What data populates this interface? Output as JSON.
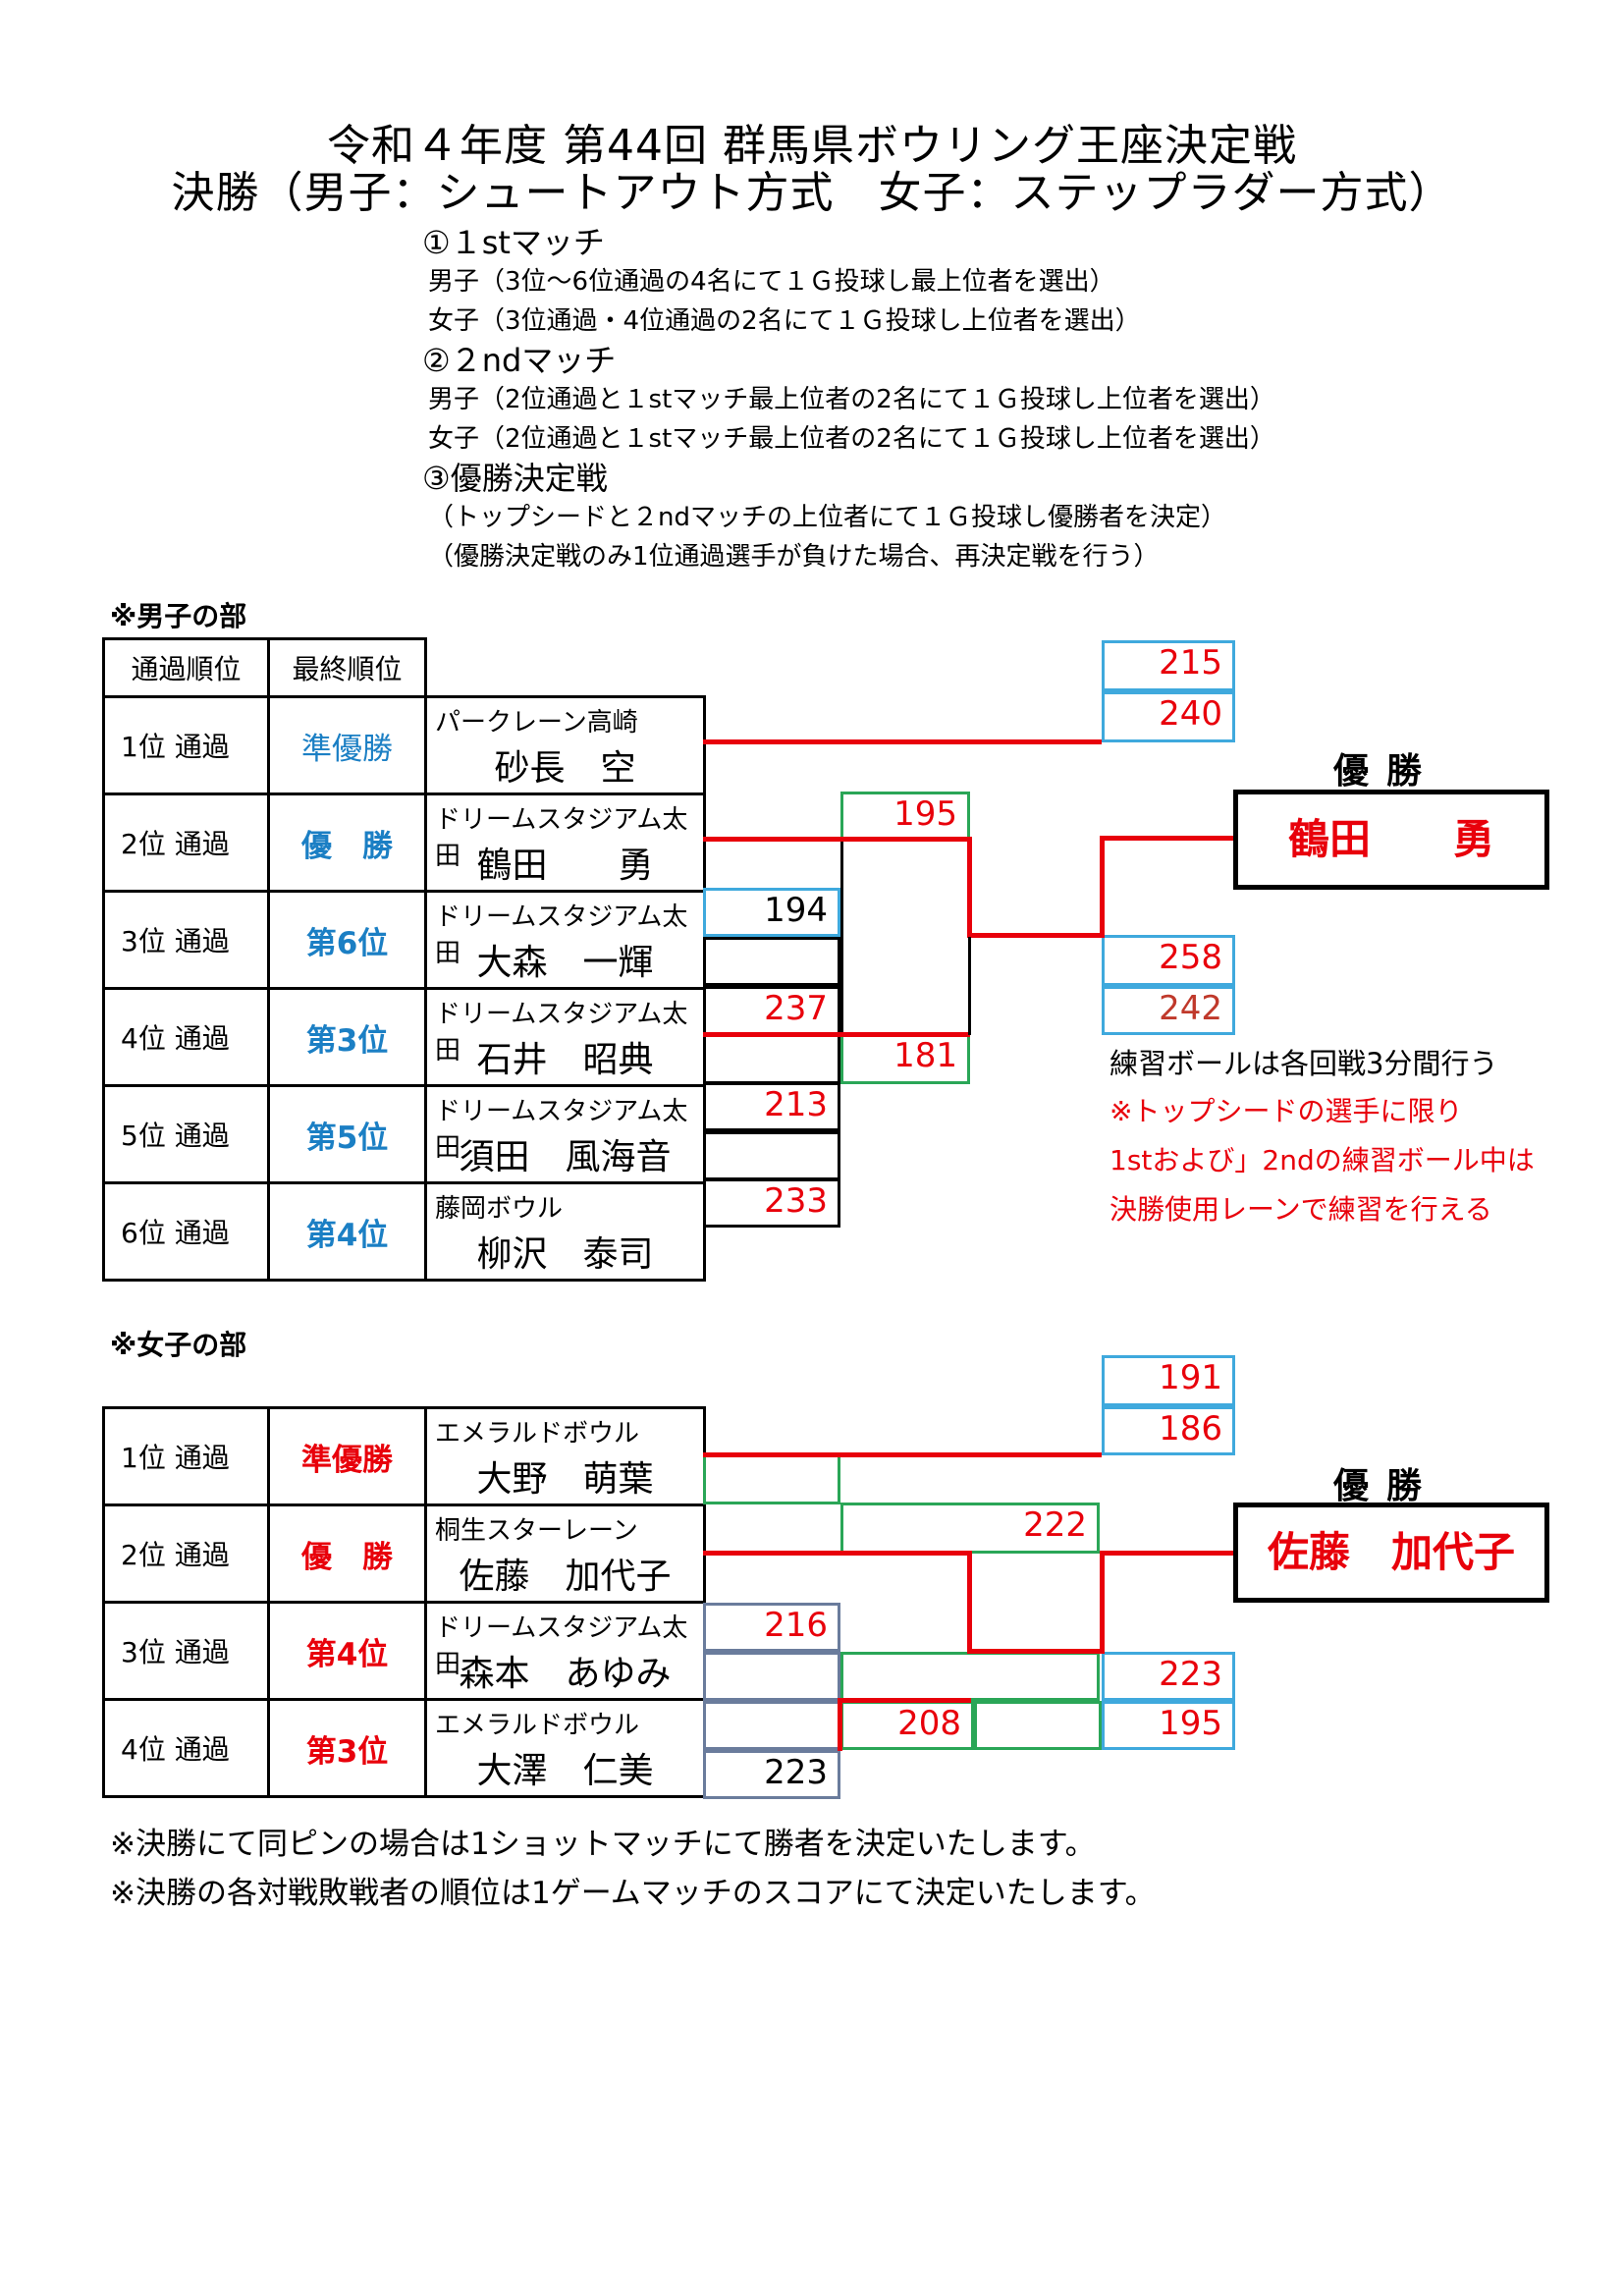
{
  "title": {
    "line1": "令和４年度 第44回 群馬県ボウリング王座決定戦",
    "line2": "決勝（男子：シュートアウト方式　女子：ステップラダー方式）"
  },
  "rules": {
    "r1_head": "①１stマッチ",
    "r1_men": "男子（3位～6位通過の4名にて１Ｇ投球し最上位者を選出）",
    "r1_women": "女子（3位通過・4位通過の2名にて１Ｇ投球し上位者を選出）",
    "r2_head": "②２ndマッチ",
    "r2_men": "男子（2位通過と１stマッチ最上位者の2名にて１Ｇ投球し上位者を選出）",
    "r2_women": "女子（2位通過と１stマッチ最上位者の2名にて１Ｇ投球し上位者を選出）",
    "r3_head": "③優勝決定戦",
    "r3_a": "（トップシードと２ndマッチの上位者にて１Ｇ投球し優勝者を決定）",
    "r3_b": "（優勝決定戦のみ1位通過選手が負けた場合、再決定戦を行う）"
  },
  "men": {
    "section": "※男子の部",
    "headers": {
      "rank": "通過順位",
      "final": "最終順位"
    },
    "rows": [
      {
        "rank": "1位 通過",
        "final": "準優勝",
        "center": "パークレーン高崎",
        "name": "砂長　空"
      },
      {
        "rank": "2位 通過",
        "final": "優　勝",
        "center": "ドリームスタジアム太田",
        "name": "鶴田　　勇"
      },
      {
        "rank": "3位 通過",
        "final": "第6位",
        "center": "ドリームスタジアム太田",
        "name": "大森　一輝"
      },
      {
        "rank": "4位 通過",
        "final": "第3位",
        "center": "ドリームスタジアム太田",
        "name": "石井　昭典"
      },
      {
        "rank": "5位 通過",
        "final": "第5位",
        "center": "ドリームスタジアム太田",
        "name": "須田　風海音"
      },
      {
        "rank": "6位 通過",
        "final": "第4位",
        "center": "藤岡ボウル",
        "name": "柳沢　泰司"
      }
    ],
    "scores": {
      "m1_p3": "194",
      "m1_p4": "237",
      "m1_p5": "213",
      "m1_p6": "233",
      "m2_p2": "195",
      "m2_p4": "181",
      "f_p1": "215",
      "f_p1b": "240",
      "f_p2": "258",
      "f_p2b": "242"
    },
    "champion_label": "優勝",
    "champion": "鶴田　　勇",
    "notes": {
      "n1": "練習ボールは各回戦3分間行う",
      "n2": "※トップシードの選手に限り",
      "n3": "1stおよび」2ndの練習ボール中は",
      "n4": "決勝使用レーンで練習を行える"
    },
    "colors": {
      "final_label": "#1b7fc4"
    }
  },
  "women": {
    "section": "※女子の部",
    "rows": [
      {
        "rank": "1位 通過",
        "final": "準優勝",
        "center": "エメラルドボウル",
        "name": "大野　萌葉"
      },
      {
        "rank": "2位 通過",
        "final": "優　勝",
        "center": "桐生スターレーン",
        "name": "佐藤　加代子"
      },
      {
        "rank": "3位 通過",
        "final": "第4位",
        "center": "ドリームスタジアム太田",
        "name": "森本　あゆみ"
      },
      {
        "rank": "4位 通過",
        "final": "第3位",
        "center": "エメラルドボウル",
        "name": "大澤　仁美"
      }
    ],
    "scores": {
      "m1_p3": "216",
      "m1_p4": "223",
      "m2_p2": "222",
      "m2_p4": "208",
      "f_p1": "191",
      "f_p1b": "186",
      "f_p2": "223",
      "f_p2b": "195"
    },
    "champion_label": "優勝",
    "champion": "佐藤　加代子",
    "colors": {
      "final_label": "#e8000b"
    }
  },
  "footer": {
    "f1": "※決勝にて同ピンの場合は1ショットマッチにて勝者を決定いたします。",
    "f2": "※決勝の各対戦敗戦者の順位は1ゲームマッチのスコアにて決定いたします。"
  }
}
